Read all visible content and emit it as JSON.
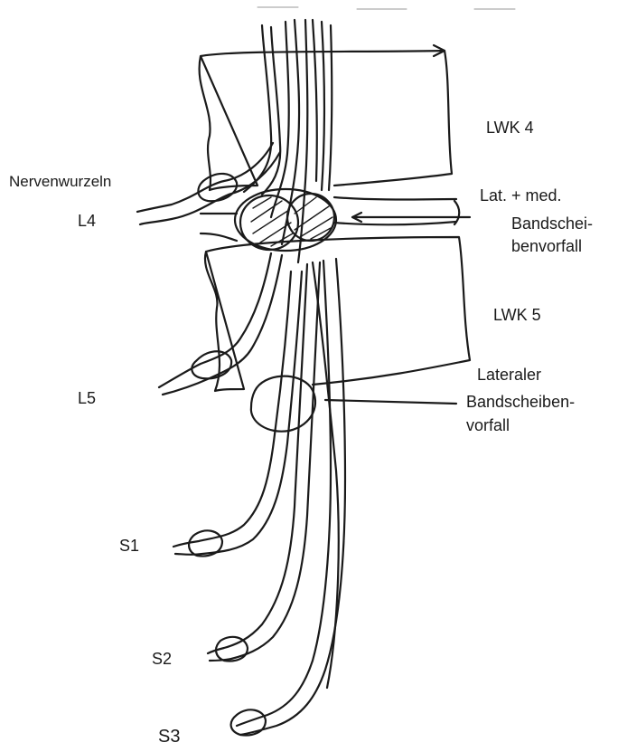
{
  "labels": {
    "nerve_roots": "Nervenwurzeln",
    "l4": "L4",
    "l5": "L5",
    "s1": "S1",
    "s2": "S2",
    "s3": "S3",
    "lwk4": "LWK 4",
    "lwk5": "LWK 5",
    "lat_med_line1": "Lat. + med.",
    "lat_med_line2": "Bandschei-",
    "lat_med_line3": "benvorfall",
    "lateral_line1": "Lateraler",
    "lateral_line2": "Bandscheiben-",
    "lateral_line3": "vorfall"
  },
  "colors": {
    "ink": "#1a1a1a",
    "paper": "#ffffff"
  }
}
